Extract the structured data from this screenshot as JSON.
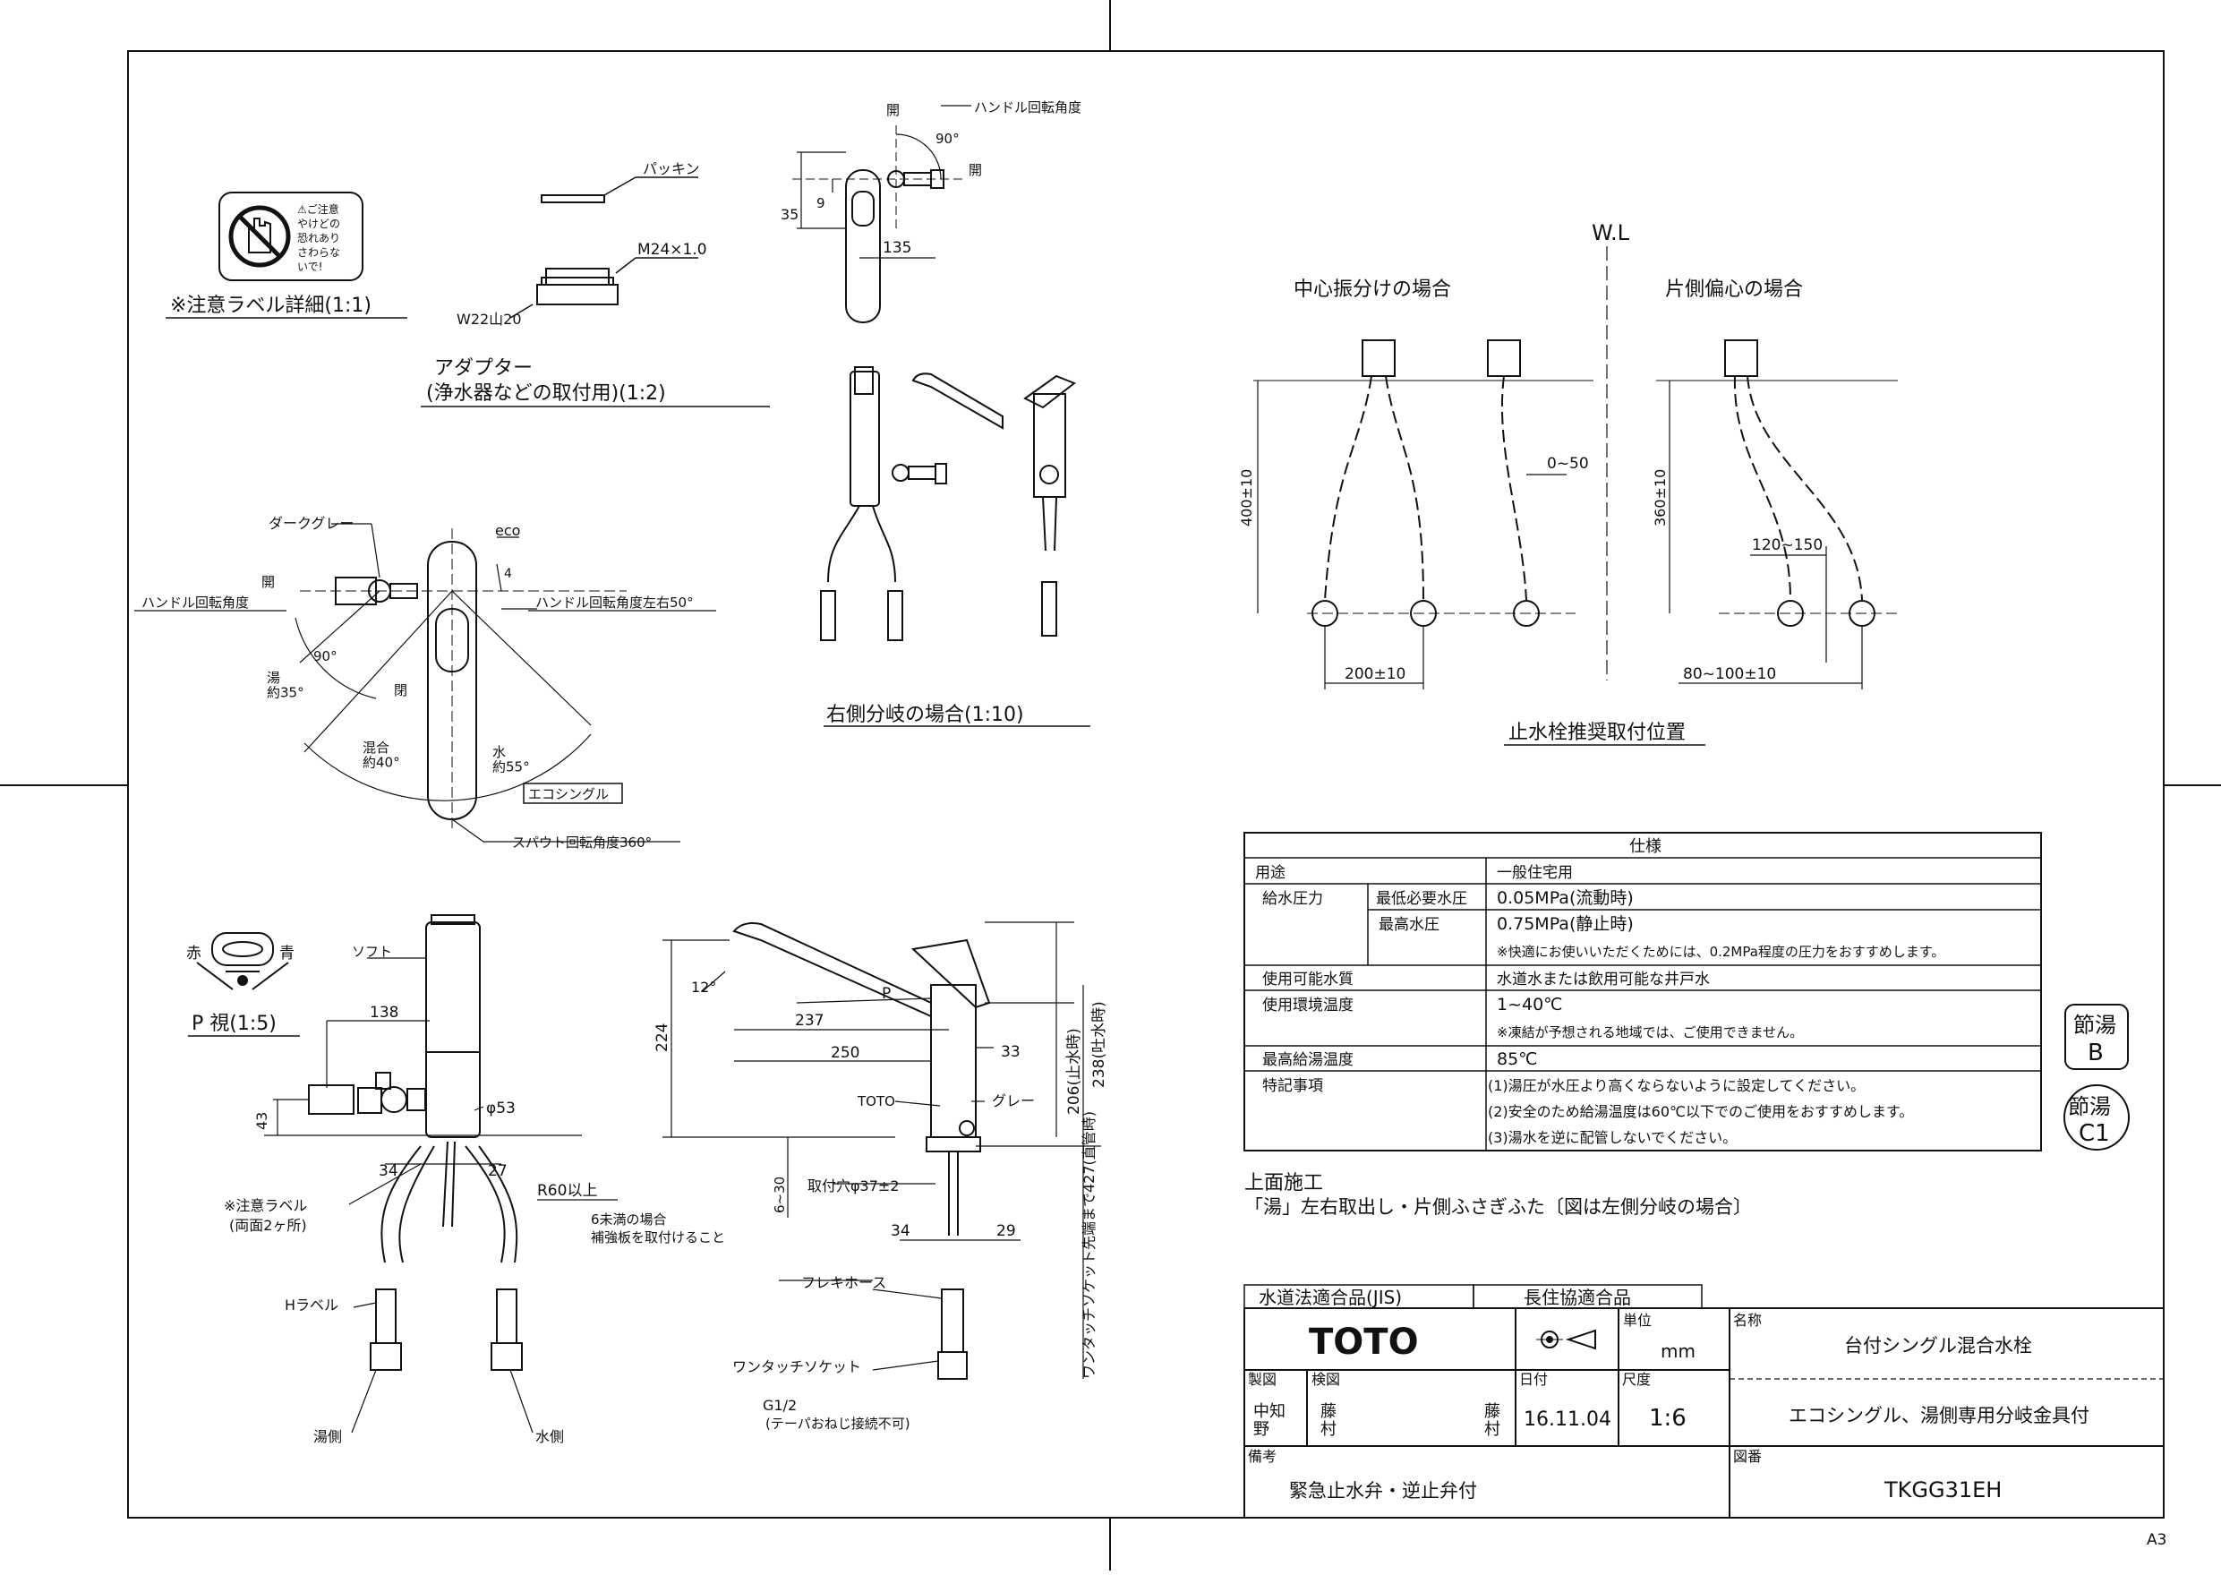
{
  "caution_label": {
    "sign_text": [
      "⚠ご注意",
      "やけどの",
      "恐れあり",
      "さわらな",
      "いで!"
    ],
    "caption": "※注意ラベル詳細(1:1)"
  },
  "adapter": {
    "packing": "パッキン",
    "thread": "M24×1.0",
    "w22": "W22山20",
    "title": "アダプター",
    "subtitle": "(浄水器などの取付用)(1:2)"
  },
  "top_view": {
    "open": "開",
    "handle_angle": "ハンドル回転角度",
    "angle_90": "90°",
    "d35": "35",
    "d9": "9",
    "d135": "135",
    "open2": "開"
  },
  "right_branch_title": "右側分岐の場合(1:10)",
  "plan_view": {
    "dark_grey": "ダークグレー",
    "eco": "eco",
    "d4": "4",
    "open": "開",
    "handle_angle": "ハンドル回転角度",
    "handle_angle_lr": "ハンドル回転角度左右50°",
    "a90": "90°",
    "hot_label": "湯\n約35°",
    "close": "閉",
    "mix": "混合\n約40°",
    "water": "水\n約55°",
    "eco_single": "エコシングル",
    "spout_rotation": "スパウト回転角度360°"
  },
  "wl": {
    "title": "W.L",
    "center_title": "中心振分けの場合",
    "side_title": "片側偏心の場合",
    "h400": "400±10",
    "w200": "200±10",
    "d050": "0~50",
    "h360": "360±10",
    "d120": "120~150",
    "d80": "80~100±10",
    "caption": "止水栓推奨取付位置"
  },
  "spec": {
    "header": "仕様",
    "rows": [
      {
        "label": "用途",
        "sub": "",
        "value": [
          "一般住宅用"
        ]
      },
      {
        "label": "給水圧力",
        "sub": "最低必要水圧",
        "value": [
          "0.05MPa(流動時)"
        ]
      },
      {
        "label": "",
        "sub": "最高水圧",
        "value": [
          "0.75MPa(静止時)",
          "※快適にお使いいただくためには、0.2MPa程度の圧力をおすすめします。"
        ]
      },
      {
        "label": "使用可能水質",
        "sub": "",
        "value": [
          "水道水または飲用可能な井戸水"
        ]
      },
      {
        "label": "使用環境温度",
        "sub": "",
        "value": [
          "1~40℃",
          "※凍結が予想される地域では、ご使用できません。"
        ]
      },
      {
        "label": "最高給湯温度",
        "sub": "",
        "value": [
          "85℃"
        ]
      },
      {
        "label": "特記事項",
        "sub": "",
        "value": [
          "(1)湯圧が水圧より高くならないように設定してください。",
          "(2)安全のため給湯温度は60℃以下でのご使用をおすすめします。",
          "(3)湯水を逆に配管しないでください。"
        ]
      }
    ]
  },
  "badges": {
    "b1": "節湯",
    "b1sub": "B",
    "b2": "節湯",
    "b2sub": "C1"
  },
  "install_note": {
    "line1": "上面施工",
    "line2": "「湯」左右取出し・片側ふさぎふた〔図は左側分岐の場合〕"
  },
  "p_view": {
    "red": "赤",
    "blue": "青",
    "caption": "P 視(1:5)"
  },
  "front_view": {
    "soft": "ソフト",
    "d138": "138",
    "d43": "43",
    "d53": "φ53",
    "d34": "34",
    "d27": "27",
    "caution": "※注意ラベル",
    "caution2": "(両面2ヶ所)",
    "r60": "R60以上",
    "h_label": "Hラベル",
    "hot_side": "湯側",
    "water_side": "水側"
  },
  "side_view": {
    "a12": "12°",
    "p": "P",
    "d237": "237",
    "d250": "250",
    "d33": "33",
    "d224": "224",
    "d206": "206(止水時)",
    "d238": "238(吐水時)",
    "toto": "TOTO",
    "grey": "グレー",
    "d630": "6~30",
    "hole": "取付穴φ37±2",
    "reinforce1": "6未満の場合",
    "reinforce2": "補強板を取付けること",
    "d34": "34",
    "d29": "29",
    "flex": "フレキホース",
    "socket": "ワンタッチソケット",
    "socket_v": "ワンタッチソケット先端まで427(直管時)",
    "g12": "G1/2",
    "g12note": "(テーパおねじ接続不可)"
  },
  "title_block": {
    "jis": "水道法適合品(JIS)",
    "kyo": "長住協適合品",
    "brand": "TOTO",
    "unit_label": "単位",
    "unit": "mm",
    "name_label": "名称",
    "name": "台付シングル混合水栓",
    "subname": "エコシングル、湯側専用分岐金具付",
    "drawn_label": "製図",
    "drawn": "中知\n野",
    "check_label": "検図",
    "check": "藤\n村",
    "check2": "藤\n村",
    "date_label": "日付",
    "date": "16.11.04",
    "scale_label": "尺度",
    "scale": "1:6",
    "note_label": "備考",
    "note": "緊急止水弁・逆止弁付",
    "dwg_label": "図番",
    "dwg": "TKGG31EH"
  },
  "sheet_size": "A3"
}
